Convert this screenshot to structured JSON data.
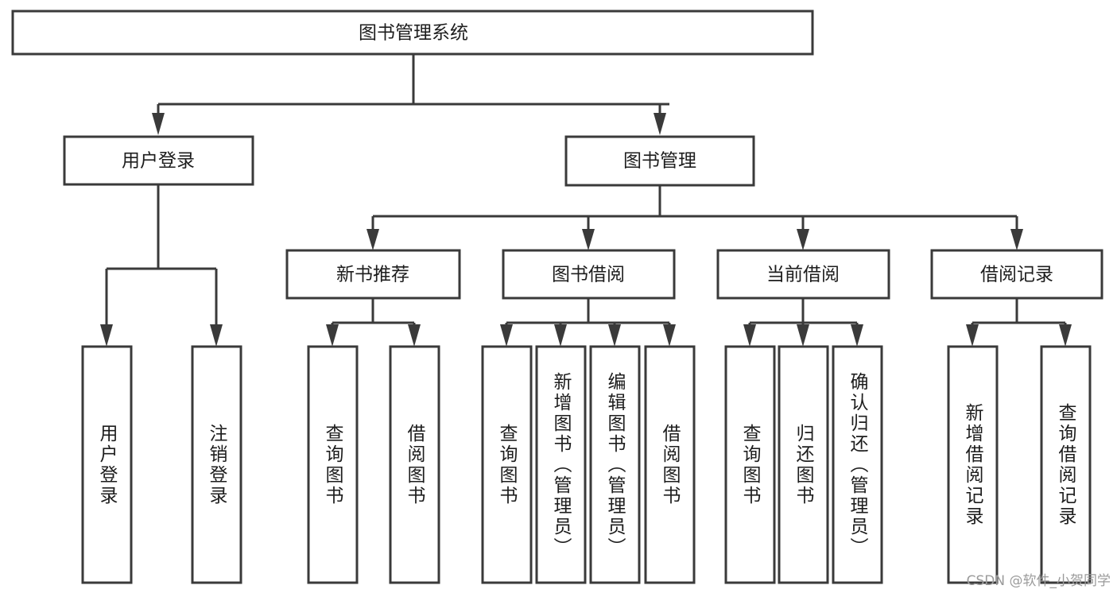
{
  "diagram": {
    "type": "tree-hierarchy-chart",
    "title": "图书管理系统",
    "watermark": "CSDN @软件_小贺同学",
    "colors": {
      "stroke": "#3a3a3a",
      "fill": "#ffffff",
      "text": "#1d1d1d",
      "watermark": "#9b9b9b",
      "background": "#ffffff"
    },
    "root": {
      "label": "图书管理系统"
    },
    "level2": [
      {
        "label": "用户登录"
      },
      {
        "label": "图书管理"
      }
    ],
    "level3": [
      {
        "label": "新书推荐"
      },
      {
        "label": "图书借阅"
      },
      {
        "label": "当前借阅"
      },
      {
        "label": "借阅记录"
      }
    ],
    "leaves": {
      "user_login": [
        {
          "label": "用户登录"
        },
        {
          "label": "注销登录"
        }
      ],
      "new_book_recommend": [
        {
          "label": "查询图书"
        },
        {
          "label": "借阅图书"
        }
      ],
      "book_borrow": [
        {
          "label": "查询图书"
        },
        {
          "label": "新增图书（管理员）"
        },
        {
          "label": "编辑图书（管理员）"
        },
        {
          "label": "借阅图书"
        }
      ],
      "current_borrow": [
        {
          "label": "查询图书"
        },
        {
          "label": "归还图书"
        },
        {
          "label": "确认归还（管理员）"
        }
      ],
      "borrow_record": [
        {
          "label": "新增借阅记录"
        },
        {
          "label": "查询借阅记录"
        }
      ]
    }
  }
}
